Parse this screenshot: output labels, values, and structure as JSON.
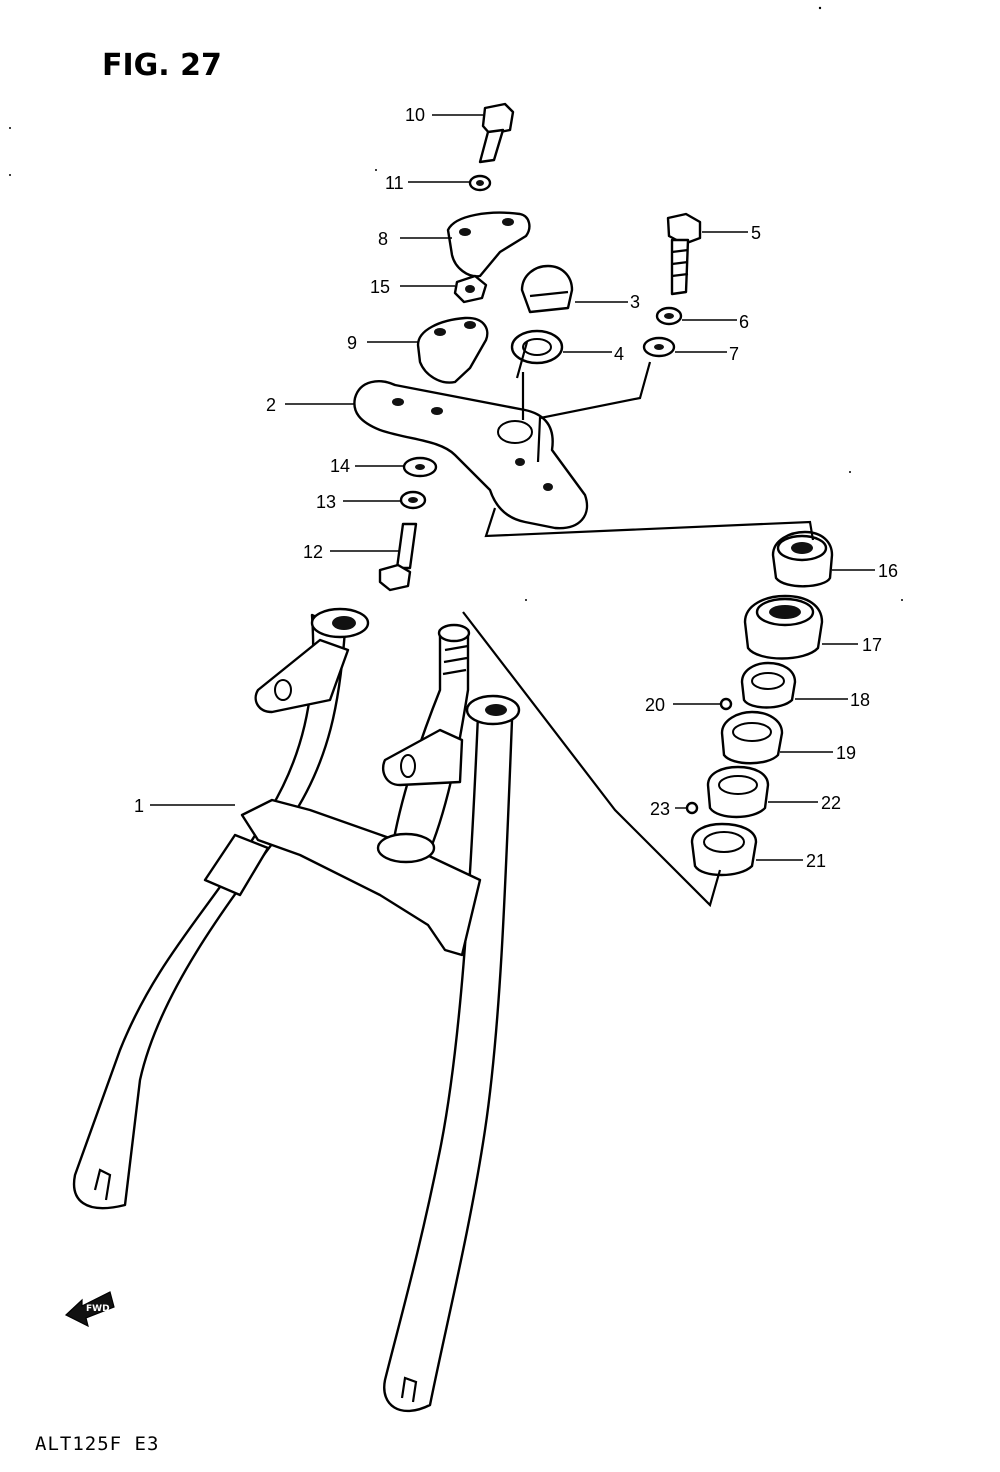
{
  "figure": {
    "title": "FIG. 27",
    "model_code": "ALT125F E3"
  },
  "fwd_label": "FWD",
  "callouts": [
    "1",
    "2",
    "3",
    "4",
    "5",
    "6",
    "7",
    "8",
    "9",
    "10",
    "11",
    "12",
    "13",
    "14",
    "15",
    "16",
    "17",
    "18",
    "19",
    "20",
    "21",
    "22",
    "23"
  ],
  "icons": {
    "fwd_arrow": "fwd-arrow-icon"
  }
}
